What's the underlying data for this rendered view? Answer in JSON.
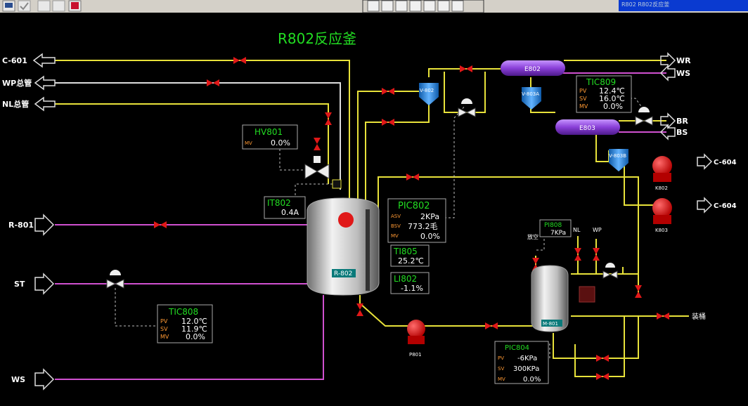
{
  "window": {
    "title_right": "R802 R802反应釜"
  },
  "toolbar_left": {
    "icons": [
      "monitor-icon",
      "check-icon",
      "edit-icon",
      "folder-icon",
      "display-icon"
    ]
  },
  "toolbar_center": {
    "icons": [
      "screen-icon",
      "network-icon",
      "copy-icon",
      "window-icon",
      "window-icon",
      "window-icon",
      "window-icon"
    ]
  },
  "page": {
    "title": "R802反应釜"
  },
  "streams": {
    "c601": "C-601",
    "wp": "WP总管",
    "nl": "NL总管",
    "r801": "R-801",
    "st": "ST",
    "ws": "WS",
    "wr_out": "WR",
    "ws_right": "WS",
    "br": "BR",
    "bs": "BS",
    "c604a": "C-604",
    "c604b": "C-604",
    "zhuangtong": "装桶"
  },
  "equipment": {
    "reactor": "R-802",
    "e802": "E802",
    "e803": "E803",
    "v802": "V-802",
    "v803a": "V-803A",
    "v803b": "V-803B",
    "m801": "M-801",
    "p801": "P801",
    "k802": "K802",
    "k803": "K803",
    "nl_small": "NL",
    "wp_small": "WP",
    "vent": "放空"
  },
  "faceplates": {
    "hv801": {
      "tag": "HV801",
      "mv_label": "MV",
      "mv": "0.0%"
    },
    "it802": {
      "tag": "IT802",
      "value": "0.4A"
    },
    "pic802": {
      "tag": "PIC802",
      "pv_label": "ASV",
      "pv": "2KPa",
      "sv_label": "BSV",
      "sv": "773.2毛",
      "mv_label": "MV",
      "mv": "0.0%"
    },
    "ti805": {
      "tag": "TI805",
      "value": "25.2℃"
    },
    "li802": {
      "tag": "LI802",
      "value": "-1.1%"
    },
    "tic808": {
      "tag": "TIC808",
      "pv_label": "PV",
      "pv": "12.0℃",
      "sv_label": "SV",
      "sv": "11.9℃",
      "mv_label": "MV",
      "mv": "0.0%"
    },
    "tic809": {
      "tag": "TIC809",
      "pv_label": "PV",
      "pv": "12.4℃",
      "sv_label": "SV",
      "sv": "16.0℃",
      "mv_label": "MV",
      "mv": "0.0%"
    },
    "pi808": {
      "tag": "PI808",
      "value": "7KPa"
    },
    "pic804": {
      "tag": "PIC804",
      "pv_label": "PV",
      "pv": "-6KPa",
      "sv_label": "SV",
      "sv": "300KPa",
      "mv_label": "MV",
      "mv": "0.0%"
    }
  },
  "colors": {
    "yellow_pipe": "#e8e23a",
    "magenta_pipe": "#d050d0",
    "white_pipe": "#dddddd",
    "valve": "#e01818",
    "label_green": "#22dd22",
    "label_orange": "#ff9933",
    "vessel_blue": "#1e7fd6",
    "exchanger_purple": "#8a3fd8"
  }
}
